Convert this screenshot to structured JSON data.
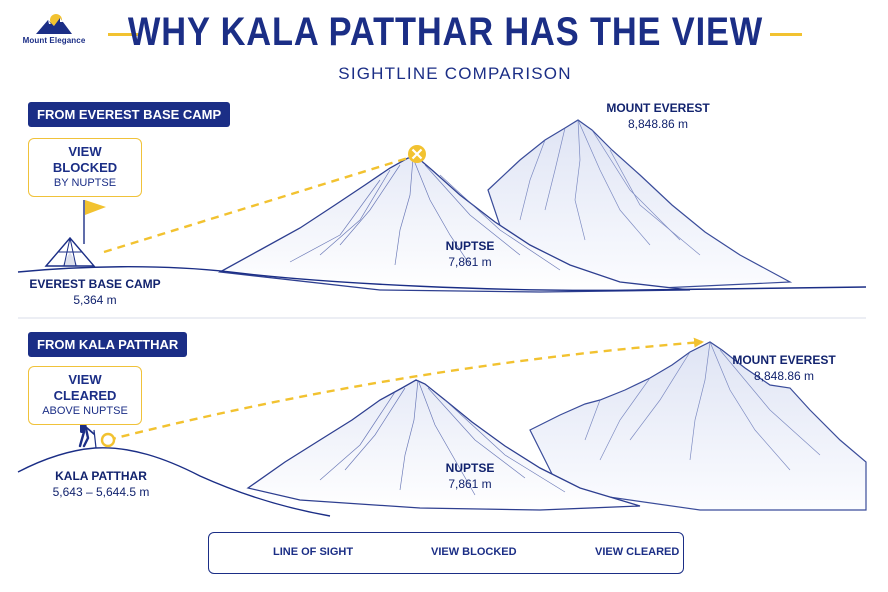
{
  "logo": {
    "text": "Mount Elegance"
  },
  "header": {
    "title": "WHY KALA PATTHAR HAS THE VIEW",
    "subtitle": "SIGHTLINE COMPARISON"
  },
  "panels": [
    {
      "heading": "FROM EVEREST BASE CAMP",
      "status_title": "VIEW BLOCKED",
      "status_sub": "BY NUPTSE",
      "viewpoint": {
        "name": "EVEREST BASE CAMP",
        "elevation": "5,364 m"
      },
      "obstacle": {
        "name": "NUPTSE",
        "elevation": "7,861 m"
      },
      "target": {
        "name": "MOUNT EVEREST",
        "elevation": "8,848.86 m"
      }
    },
    {
      "heading": "FROM KALA PATTHAR",
      "status_title": "VIEW CLEARED",
      "status_sub": "ABOVE NUPTSE",
      "viewpoint": {
        "name": "KALA PATTHAR",
        "elevation": "5,643 – 5,644.5 m"
      },
      "obstacle": {
        "name": "NUPTSE",
        "elevation": "7,861 m"
      },
      "target": {
        "name": "MOUNT EVEREST",
        "elevation": "8,848.86 m"
      }
    }
  ],
  "legend": {
    "line_of_sight": "LINE OF SIGHT",
    "view_blocked": "VIEW BLOCKED",
    "view_cleared": "VIEW CLEARED"
  },
  "colors": {
    "navy": "#1b2e86",
    "accent_yellow": "#f2c230",
    "mountain_line": "#3a4c9a",
    "snow_fill": "#f3f5fc"
  }
}
